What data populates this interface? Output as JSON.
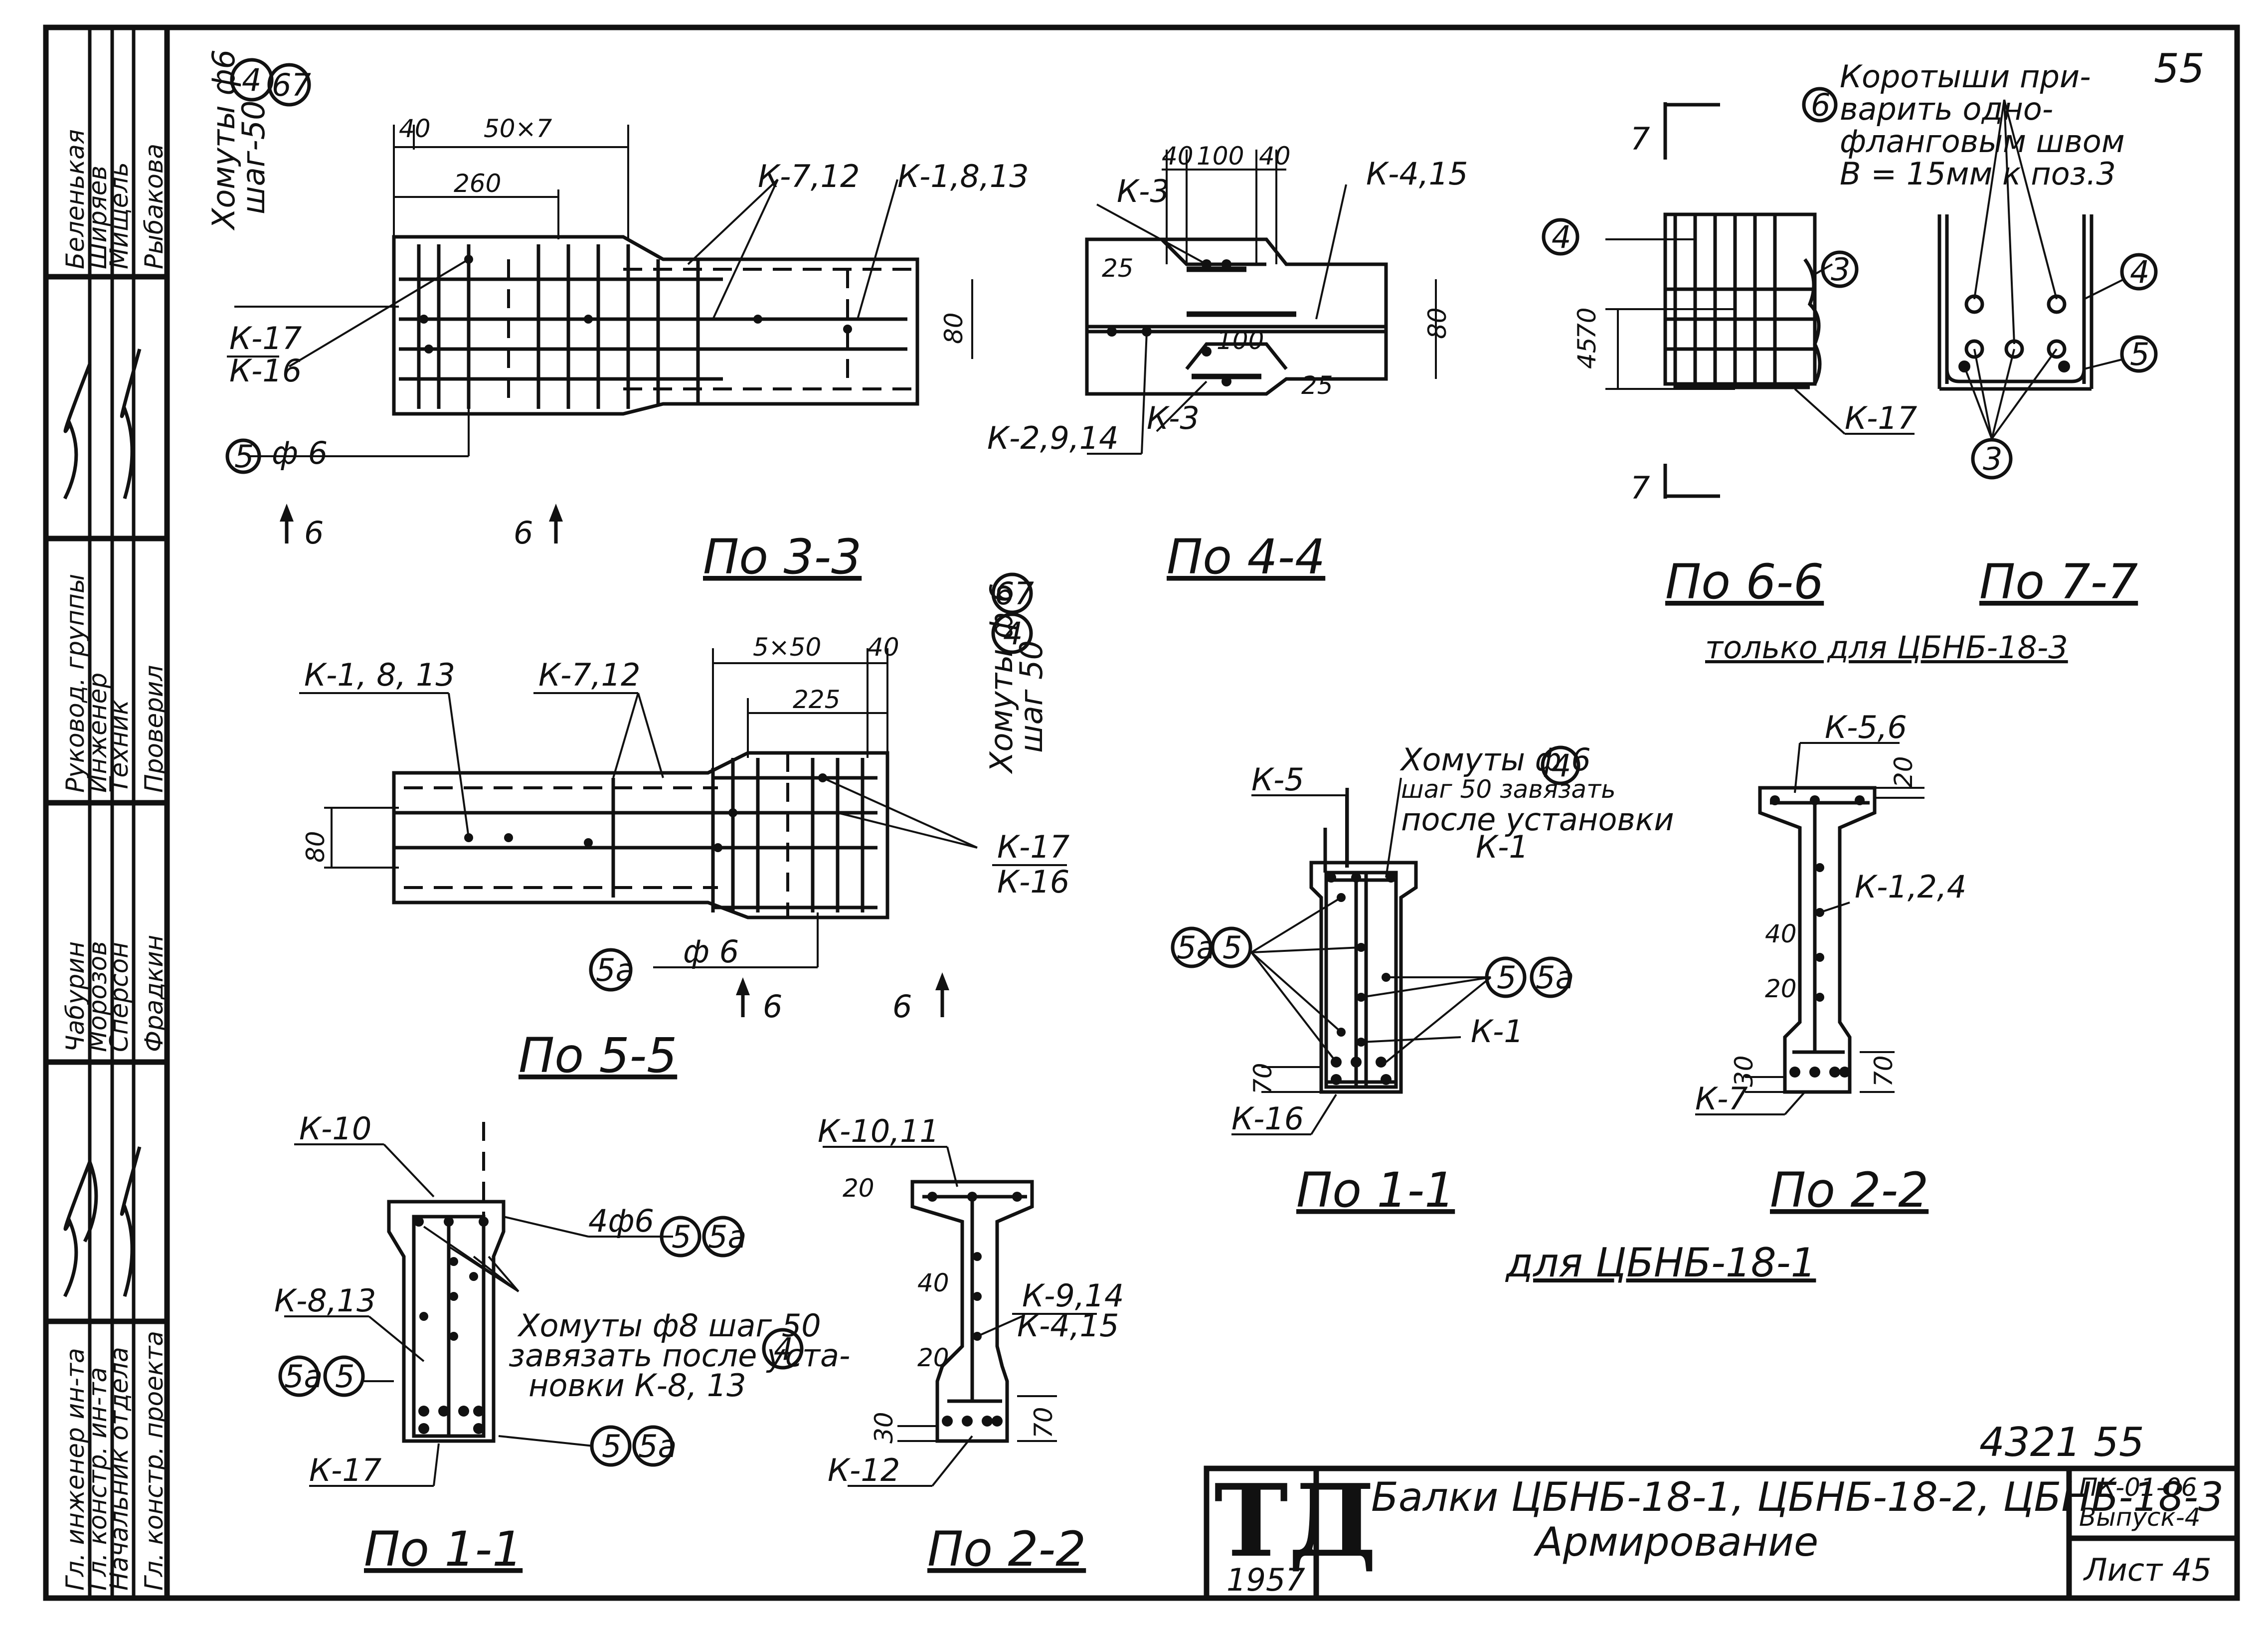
{
  "sheet": {
    "page_number_top": "55",
    "handwritten_code": "4321 55",
    "stamp_logo": "ТД",
    "stamp_year": "1957",
    "title_line1": "Балки ЦБНБ-18-1, ЦБНБ-18-2, ЦБНБ-18-3",
    "title_line2": "Армирование",
    "series": "ПК-01-06",
    "issue": "Выпуск-4",
    "sheet_no": "Лист 45"
  },
  "sidebar": {
    "roles": [
      "Гл. инженер ин-та",
      "Гл. констр. ин-та",
      "Начальник отдела",
      "Гл. констр. проекта"
    ],
    "names": [
      "Чабурин",
      "Морозов",
      "Сперсон",
      "Фрадкин"
    ],
    "roles2": [
      "Руковод. группы",
      "Инженер",
      "Техник",
      "Проверил"
    ],
    "names2": [
      "Беленькая",
      "Ширяев",
      "Мищель",
      "Рыбакова"
    ]
  },
  "sections": {
    "s33": "По 3-3",
    "s44": "По 4-4",
    "s66": "По 6-6",
    "s77": "По 7-7",
    "s55": "По 5-5",
    "s11a": "По 1-1",
    "s22a": "По 2-2",
    "s11b": "По 1-1",
    "s22b": "По 2-2",
    "only3": "только для ЦБНБ-18-3",
    "only1": "для ЦБНБ-18-1"
  },
  "labels": {
    "d40": "40",
    "d50x7": "50×7",
    "d260": "260",
    "d80": "80",
    "d5x50": "5×50",
    "d225": "225",
    "d100": "100",
    "d25": "25",
    "d20": "20",
    "d30": "30",
    "d70": "70",
    "d45": "45",
    "k712": "К-7,12",
    "k1813": "К-1,8,13",
    "k17": "К-17",
    "k16": "К-16",
    "k3": "К-3",
    "k415": "К-4,15",
    "k2914": "К-2,9,14",
    "k1813b": "К-1, 8, 13",
    "k1": "К-1",
    "k5": "К-5",
    "k56": "К-5,6",
    "k124": "К-1,2,4",
    "k7": "К-7",
    "k10": "К-10",
    "k1011": "К-10,11",
    "k813": "К-8,13",
    "k914": "К-9,14",
    "k415b": "К-4,15",
    "k12": "К-12",
    "c4": "4",
    "c67": "67",
    "c5": "5",
    "c5a": "5а",
    "c6": "6",
    "c3": "3",
    "phi6": "ф 6",
    "4phi6": "4ф6",
    "stir1a": "Хомуты ф6",
    "stir1b": "шаг-50",
    "stir2a": "Хомуты ф 6",
    "stir2b": "шаг 50",
    "stir3a": "Хомуты ф 6",
    "stir3b": "шаг 50 завязать",
    "stir3c": "после установки",
    "stir3d": "К-1",
    "stir4a": "Хомуты ф8 шаг 50",
    "stir4b": "завязать после уста-",
    "stir4c": "новки К-8, 13",
    "weld1": "Коротыши при-",
    "weld2": "варить одно-",
    "weld3": "фланговым швом",
    "weld4": "В = 15мм к поз.3",
    "cut6": "6",
    "cut7": "7"
  }
}
